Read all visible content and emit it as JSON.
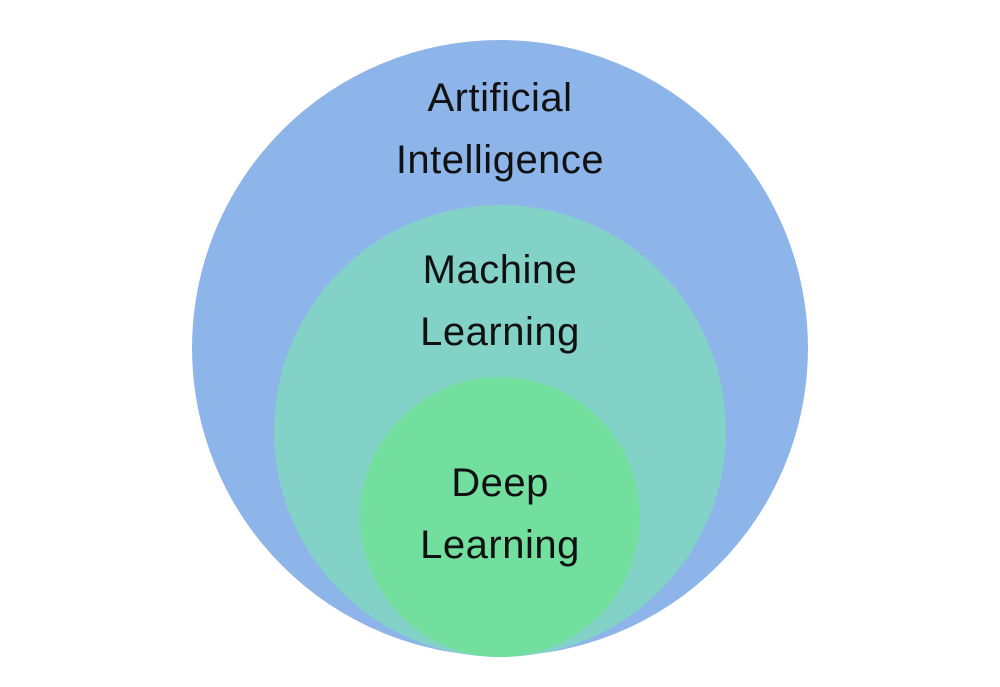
{
  "diagram": {
    "type": "nested-circles",
    "background": "#FFFFFF",
    "text_color": "#111111",
    "rings": [
      {
        "label": "Artificial Intelligence",
        "line1": "Artificial",
        "line2": "Intelligence",
        "color": "#8DB5E9"
      },
      {
        "label": "Machine Learning",
        "line1": "Machine",
        "line2": "Learning",
        "color": "#83D2C7"
      },
      {
        "label": "Deep Learning",
        "line1": "Deep",
        "line2": "Learning",
        "color": "#73DF9F"
      }
    ]
  }
}
